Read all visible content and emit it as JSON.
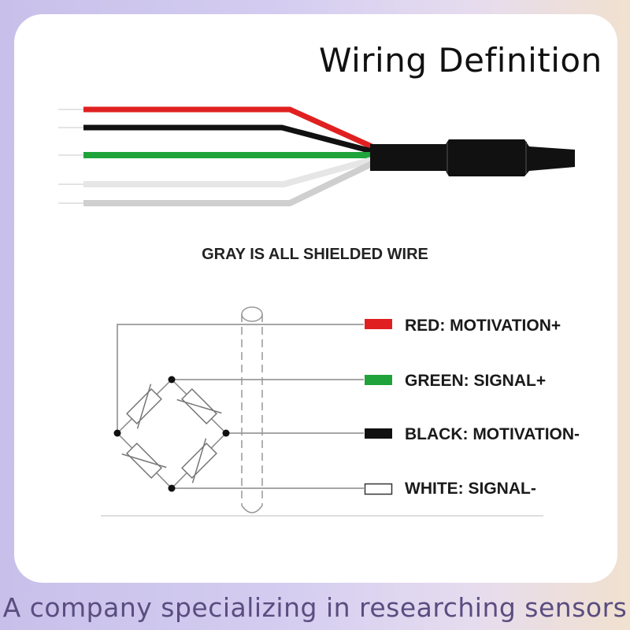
{
  "title": "Wiring Definition",
  "shield_note": "GRAY IS ALL SHIELDED WIRE",
  "wires": [
    {
      "label": "RED: MOTIVATION+",
      "color": "#e02020"
    },
    {
      "label": "GREEN: SIGNAL+",
      "color": "#1fa33a"
    },
    {
      "label": "BLACK: MOTIVATION-",
      "color": "#111111"
    },
    {
      "label": "WHITE: SIGNAL-",
      "color": "#ffffff"
    }
  ],
  "shield_color": "#c8c8c8",
  "footer": "A company specializing in researching sensors"
}
